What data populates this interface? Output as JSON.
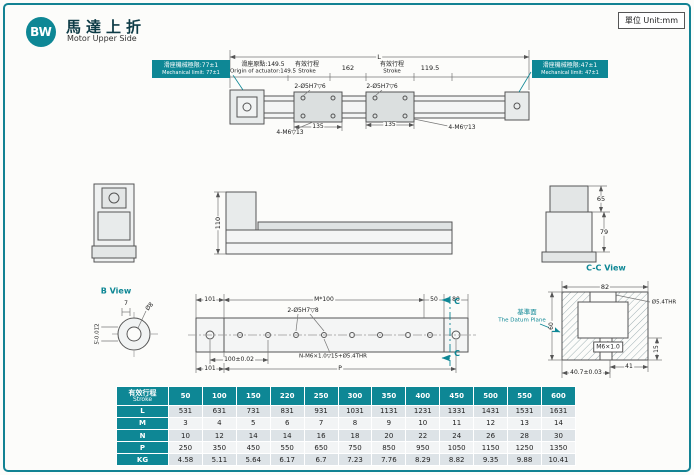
{
  "colors": {
    "accent": "#0e8795"
  },
  "header": {
    "badge": "BW",
    "title_zh": "馬達上折",
    "title_en": "Motor Upper Side",
    "unit": "單位 Unit:mm"
  },
  "front_view": {
    "dim_L": "L",
    "origin_zh": "滑座原點:149.5",
    "origin_en": "Origin of actuator:149.5",
    "stroke_zh": "有效行程",
    "stroke_en": "Stroke",
    "dim_162": "162",
    "dim_119_5": "119.5",
    "limit_left_zh": "滑座機械極限:77±1",
    "limit_left_en": "Mechanical limit: 77±1",
    "limit_right_zh": "滑座機械極限:47±1",
    "limit_right_en": "Mechanical limit: 47±1",
    "holes_1": "2-Ø5H7▽6",
    "holes_2": "2-Ø5H7▽6",
    "threads_1": "4-M6▽13",
    "threads_2": "4-M6▽13",
    "dim_135_a": "135",
    "dim_135_b": "135"
  },
  "side_view": {
    "dim_110": "110"
  },
  "end_view_right": {
    "dim_65": "65",
    "dim_79": "79"
  },
  "b_view": {
    "label": "B View",
    "dim_7": "7",
    "dim_d8": "Ø8",
    "dim_5": "5-0.012"
  },
  "top_view": {
    "dim_101_top": "101",
    "dim_m100": "M*100",
    "dim_50": "50",
    "dim_80": "80",
    "holes": "2-Ø5H7▽8",
    "threads": "N-M6×1.0▽15+Ø5.4THR",
    "dim_100": "100±0.02",
    "dim_101_bottom": "101",
    "dim_P": "P",
    "section_label": "C"
  },
  "cc_view": {
    "label": "C-C View",
    "dim_82": "82",
    "datum_zh": "基準面",
    "datum_en": "The Datum Plane",
    "dim_thr": "Ø5.4THR",
    "dim_m6": "M6×1.0",
    "dim_15": "15",
    "dim_41": "41",
    "dim_40_7": "40.7±0.03",
    "dim_60": "60"
  },
  "table": {
    "header_zh": "有效行程",
    "header_en": "Stroke",
    "strokes": [
      "50",
      "100",
      "150",
      "220",
      "250",
      "300",
      "350",
      "400",
      "450",
      "500",
      "550",
      "600"
    ],
    "rows": [
      {
        "label": "L",
        "values": [
          "531",
          "631",
          "731",
          "831",
          "931",
          "1031",
          "1131",
          "1231",
          "1331",
          "1431",
          "1531",
          "1631"
        ]
      },
      {
        "label": "M",
        "values": [
          "3",
          "4",
          "5",
          "6",
          "7",
          "8",
          "9",
          "10",
          "11",
          "12",
          "13",
          "14"
        ]
      },
      {
        "label": "N",
        "values": [
          "10",
          "12",
          "14",
          "14",
          "16",
          "18",
          "20",
          "22",
          "24",
          "26",
          "28",
          "30"
        ]
      },
      {
        "label": "P",
        "values": [
          "250",
          "350",
          "450",
          "550",
          "650",
          "750",
          "850",
          "950",
          "1050",
          "1150",
          "1250",
          "1350"
        ]
      },
      {
        "label": "KG",
        "values": [
          "4.58",
          "5.11",
          "5.64",
          "6.17",
          "6.7",
          "7.23",
          "7.76",
          "8.29",
          "8.82",
          "9.35",
          "9.88",
          "10.41"
        ]
      }
    ]
  }
}
